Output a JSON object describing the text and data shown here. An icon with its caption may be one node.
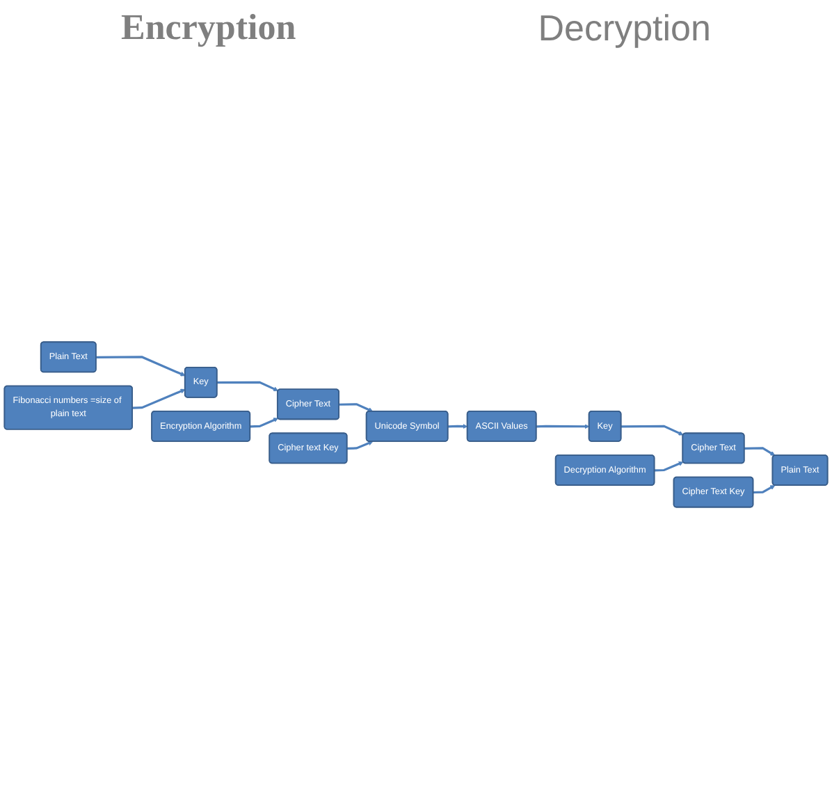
{
  "diagram": {
    "nodes": [
      {
        "text": [
          "Plain Text"
        ]
      },
      {
        "text": [
          "Fibonacci numbers =size of plain text"
        ]
      },
      {
        "text": [
          "Key"
        ]
      },
      {
        "text": [
          "Encryption Algorithm"
        ]
      },
      {
        "text": [
          "Cipher Text"
        ]
      },
      {
        "text": [
          "Cipher text Key"
        ]
      },
      {
        "text": [
          "Unicode Symbol"
        ]
      },
      {
        "text": [
          "ASCII Values"
        ]
      },
      {
        "text": [
          "Key"
        ]
      },
      {
        "text": [
          "Decryption Algorithm"
        ]
      },
      {
        "text": [
          "Cipher Text"
        ]
      },
      {
        "text": [
          "Cipher Text Key"
        ]
      },
      {
        "text": [
          "Plain Text"
        ]
      }
    ],
    "edges": [
      {
        "from": 0,
        "to": 2,
        "arrow": "to"
      },
      {
        "from": 1,
        "to": 2,
        "arrow": "to"
      },
      {
        "from": 2,
        "to": 4,
        "arrow": "to"
      },
      {
        "from": 3,
        "to": 4,
        "arrow": "to"
      },
      {
        "from": 4,
        "to": 6,
        "arrow": "to"
      },
      {
        "from": 5,
        "to": 6,
        "arrow": "to"
      },
      {
        "from": 6,
        "to": 7,
        "arrow": "to"
      },
      {
        "from": 7,
        "to": 8,
        "arrow": "to"
      },
      {
        "from": 8,
        "to": 10,
        "arrow": "to"
      },
      {
        "from": 9,
        "to": 10,
        "arrow": "to"
      },
      {
        "from": 10,
        "to": 12,
        "arrow": "to"
      },
      {
        "from": 11,
        "to": 12,
        "arrow": "to"
      }
    ],
    "labels": [
      "Encryption",
      "Decryption"
    ]
  }
}
